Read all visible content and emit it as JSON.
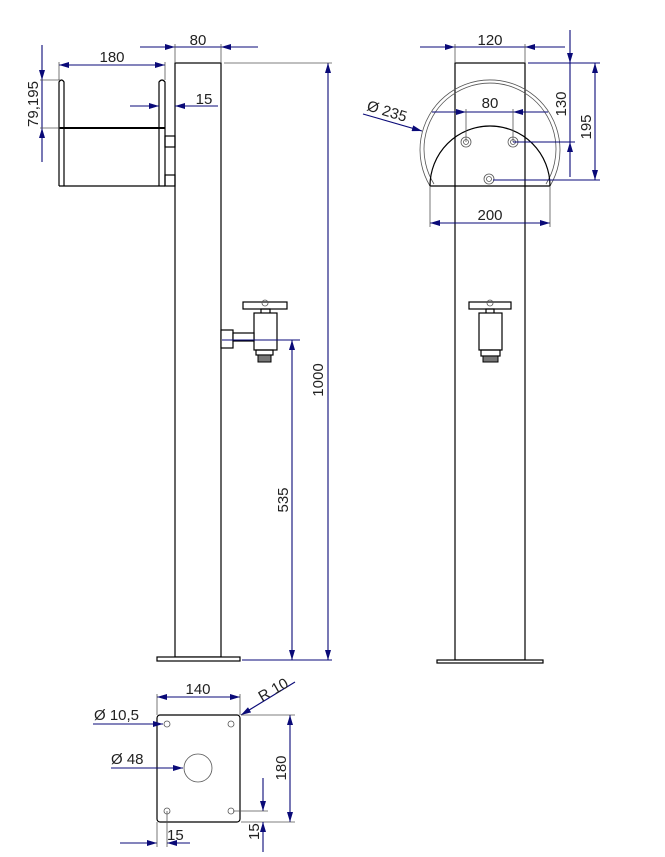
{
  "side_view": {
    "dims": {
      "post_width": "80",
      "bracket_width": "180",
      "bracket_height": "79,195",
      "bracket_offset": "15",
      "total_height": "1000",
      "tap_height": "535"
    }
  },
  "front_view": {
    "dims": {
      "post_width": "120",
      "arc_diameter": "Ø 235",
      "hole_spacing": "80",
      "hole_depth": "130",
      "arc_depth": "195",
      "base_width": "200"
    }
  },
  "base_plate": {
    "dims": {
      "width": "140",
      "corner_radius": "R 10",
      "hole_diameter": "Ø 10,5",
      "center_hole_diameter": "Ø 48",
      "height": "180",
      "edge_offset_x": "15",
      "edge_offset_y": "15"
    }
  },
  "colors": {
    "dimension": "#0a0a78",
    "outline": "#000000"
  }
}
